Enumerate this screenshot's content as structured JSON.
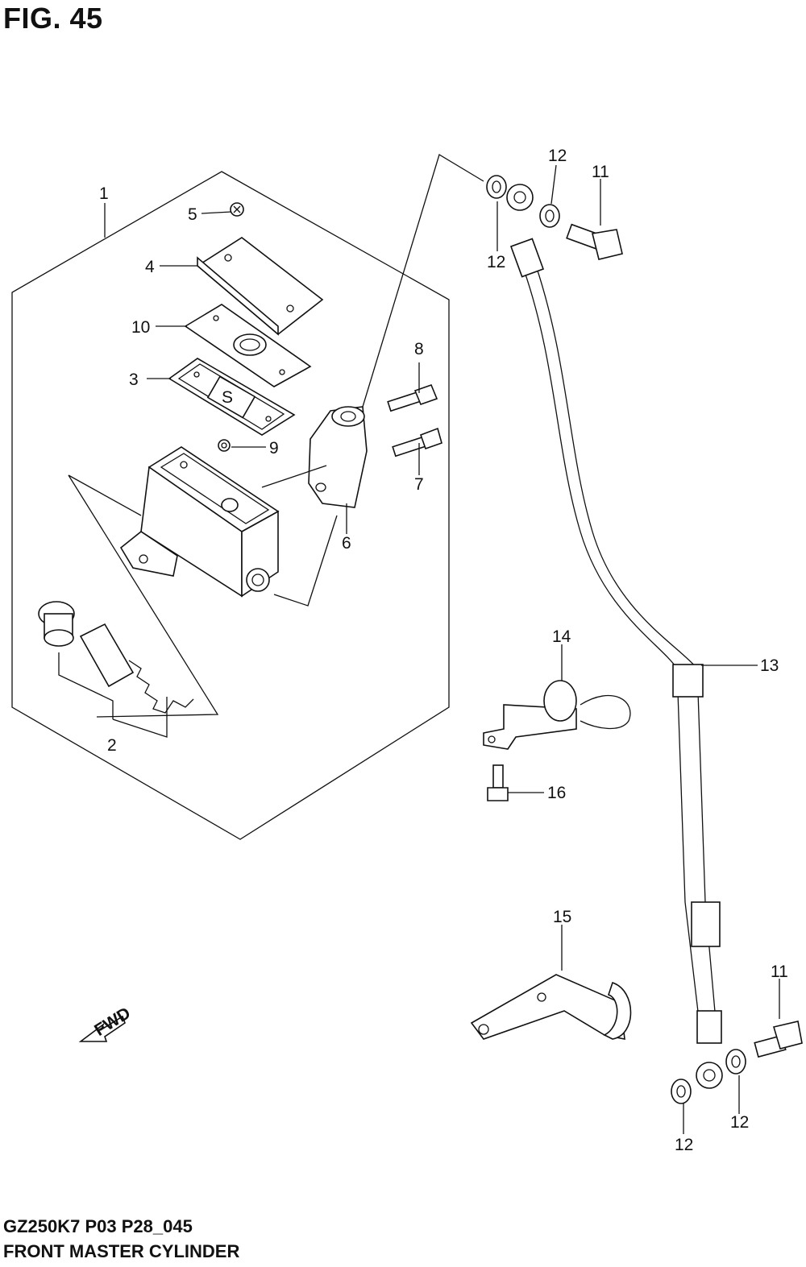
{
  "figure": {
    "title": "FIG. 45"
  },
  "footer": {
    "model_code": "GZ250K7 P03 P28_045",
    "section_name": "FRONT MASTER CYLINDER"
  },
  "fwd_arrow": {
    "label": "FWD"
  },
  "callouts": [
    {
      "key": "c1",
      "label": "1"
    },
    {
      "key": "c2",
      "label": "2"
    },
    {
      "key": "c3",
      "label": "3"
    },
    {
      "key": "c4",
      "label": "4"
    },
    {
      "key": "c5",
      "label": "5"
    },
    {
      "key": "c6",
      "label": "6"
    },
    {
      "key": "c7",
      "label": "7"
    },
    {
      "key": "c8",
      "label": "8"
    },
    {
      "key": "c9",
      "label": "9"
    },
    {
      "key": "c10",
      "label": "10"
    },
    {
      "key": "c11a",
      "label": "11"
    },
    {
      "key": "c11b",
      "label": "11"
    },
    {
      "key": "c12a",
      "label": "12"
    },
    {
      "key": "c12b",
      "label": "12"
    },
    {
      "key": "c12c",
      "label": "12"
    },
    {
      "key": "c12d",
      "label": "12"
    },
    {
      "key": "c13",
      "label": "13"
    },
    {
      "key": "c14",
      "label": "14"
    },
    {
      "key": "c15",
      "label": "15"
    },
    {
      "key": "c16",
      "label": "16"
    }
  ]
}
